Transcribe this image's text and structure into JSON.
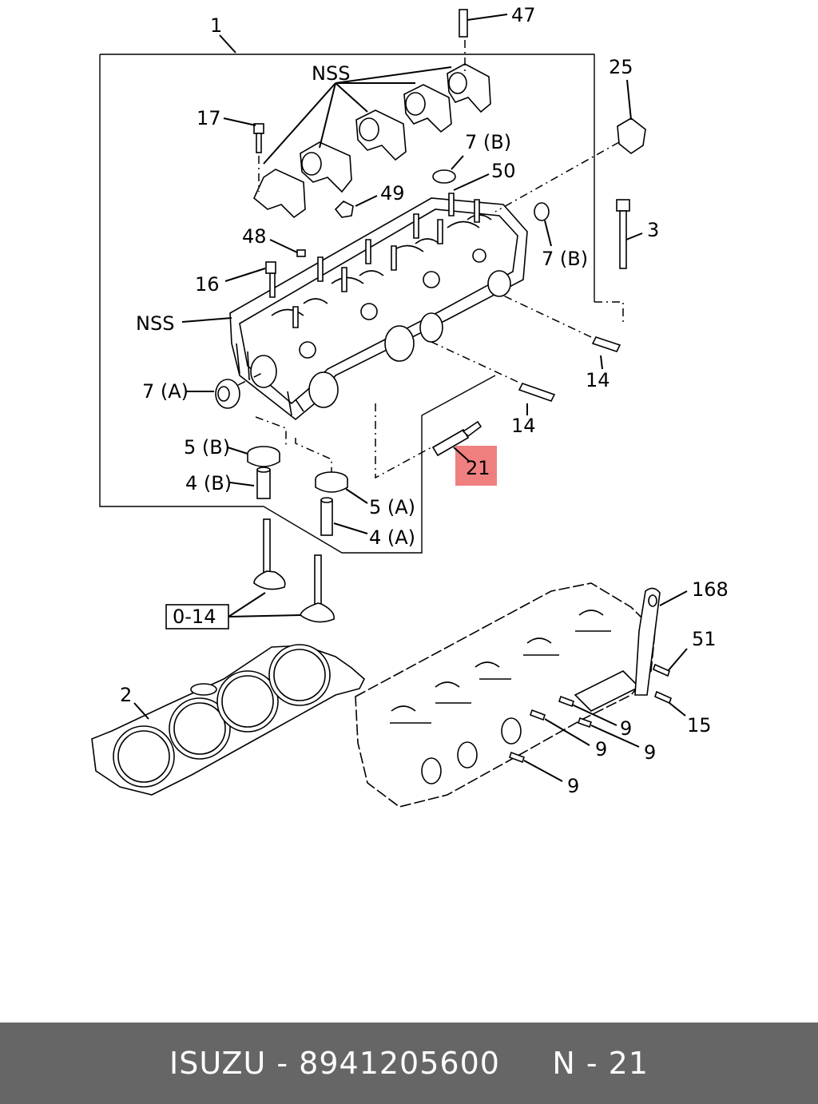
{
  "labels": {
    "l1": "1",
    "l47": "47",
    "l25": "25",
    "nss_top": "NSS",
    "l17": "17",
    "l7b_top": "7 (B)",
    "l50": "50",
    "l49": "49",
    "l3": "3",
    "l48": "48",
    "l7b_right": "7 (B)",
    "l16": "16",
    "nss_left": "NSS",
    "l14_a": "14",
    "l7a": "7 (A)",
    "l14_b": "14",
    "l5b": "5 (B)",
    "l21": "21",
    "l4b": "4 (B)",
    "l5a": "5 (A)",
    "l4a": "4 (A)",
    "l014": "0-14",
    "l168": "168",
    "l51": "51",
    "l2": "2",
    "l15": "15",
    "l9_a": "9",
    "l9_b": "9",
    "l9_c": "9",
    "l9_d": "9"
  },
  "highlight_color": "#f08080",
  "footer": {
    "text": "ISUZU - 8941205600     N - 21"
  }
}
